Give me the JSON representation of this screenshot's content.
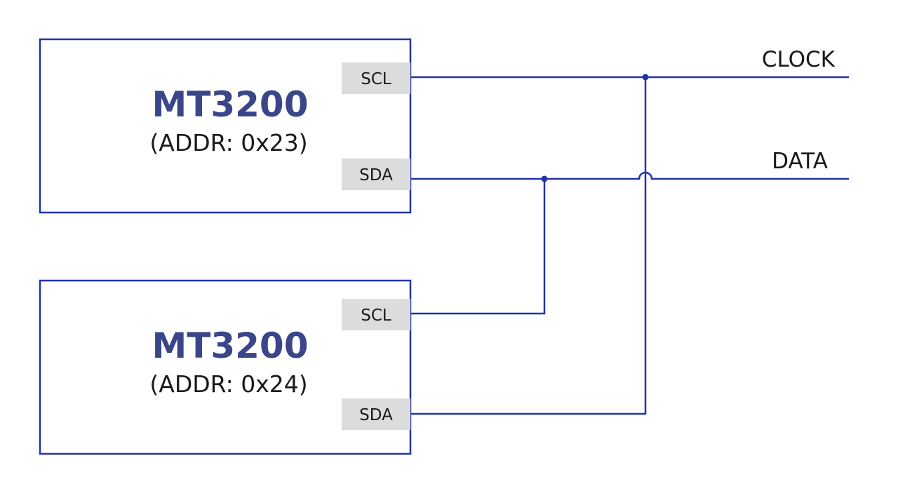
{
  "colors": {
    "line": "#2233aa",
    "title": "#3a4688",
    "text": "#1a1a1a",
    "pin_fill": "#dcdcdc",
    "background": "#ffffff"
  },
  "chips": [
    {
      "name": "MT3200",
      "address": "(ADDR: 0x23)",
      "pins": [
        "SCL",
        "SDA"
      ]
    },
    {
      "name": "MT3200",
      "address": "(ADDR: 0x24)",
      "pins": [
        "SCL",
        "SDA"
      ]
    }
  ],
  "buses": {
    "clock": "CLOCK",
    "data": "DATA"
  },
  "connections": [
    {
      "from": "chips.0.SCL",
      "to": "CLOCK"
    },
    {
      "from": "chips.0.SDA",
      "to": "DATA"
    },
    {
      "from": "chips.1.SCL",
      "to": "DATA"
    },
    {
      "from": "chips.1.SDA",
      "to": "CLOCK"
    }
  ]
}
